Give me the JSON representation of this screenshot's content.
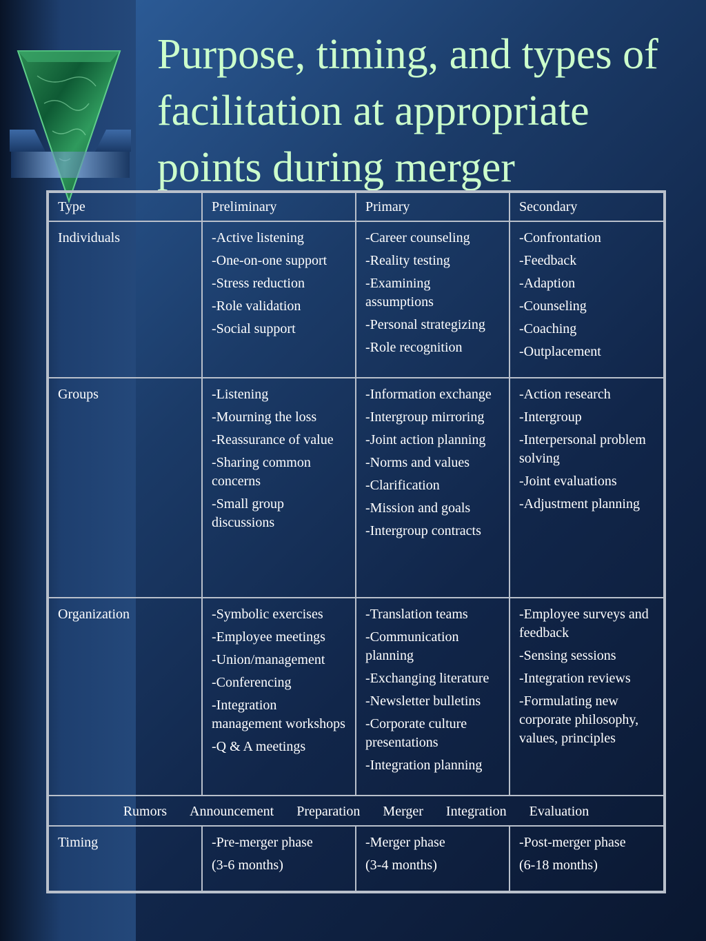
{
  "slide": {
    "title": "Purpose, timing, and types of facilitation at appropriate points during merger"
  },
  "table": {
    "headers": [
      "Type",
      "Preliminary",
      "Primary",
      "Secondary"
    ],
    "rows": [
      {
        "type": "Individuals",
        "preliminary": [
          "-Active listening",
          "-One-on-one support",
          "-Stress reduction",
          "-Role validation",
          "-Social support"
        ],
        "primary": [
          "-Career counseling",
          "-Reality testing",
          "-Examining assumptions",
          "-Personal strategizing",
          "-Role recognition"
        ],
        "secondary": [
          "-Confrontation",
          "-Feedback",
          "-Adaption",
          "-Counseling",
          "-Coaching",
          "-Outplacement"
        ]
      },
      {
        "type": "Groups",
        "preliminary": [
          "-Listening",
          "-Mourning the loss",
          "-Reassurance of value",
          "-Sharing common concerns",
          "-Small group discussions"
        ],
        "primary": [
          "-Information exchange",
          "-Intergroup mirroring",
          "-Joint action planning",
          "-Norms and values",
          "-Clarification",
          "-Mission and goals",
          "-Intergroup contracts"
        ],
        "secondary": [
          "-Action research",
          "-Intergroup",
          "-Interpersonal problem solving",
          "-Joint evaluations",
          "-Adjustment planning"
        ]
      },
      {
        "type": "Organization",
        "preliminary": [
          "-Symbolic exercises",
          "-Employee meetings",
          "-Union/management",
          "-Conferencing",
          "-Integration management workshops",
          "-Q & A meetings"
        ],
        "primary": [
          "-Translation teams",
          "-Communication planning",
          "-Exchanging literature",
          "-Newsletter bulletins",
          "-Corporate culture presentations",
          "-Integration planning"
        ],
        "secondary": [
          "-Employee surveys and feedback",
          "-Sensing sessions",
          "-Integration reviews",
          "-Formulating new corporate philosophy, values, principles"
        ]
      }
    ],
    "phases": [
      "Rumors",
      "Announcement",
      "Preparation",
      "Merger",
      "Integration",
      "Evaluation"
    ],
    "timing": {
      "type": "Timing",
      "preliminary": [
        "-Pre-merger phase",
        "(3-6 months)"
      ],
      "primary": [
        "-Merger phase",
        "(3-4 months)"
      ],
      "secondary": [
        "-Post-merger phase",
        "(6-18 months)"
      ]
    }
  },
  "icons": {
    "logo": "green-marble-triangle-icon"
  },
  "colors": {
    "title": "#ccffcc",
    "text": "#ffffff",
    "grid": "#b9c0cb"
  }
}
